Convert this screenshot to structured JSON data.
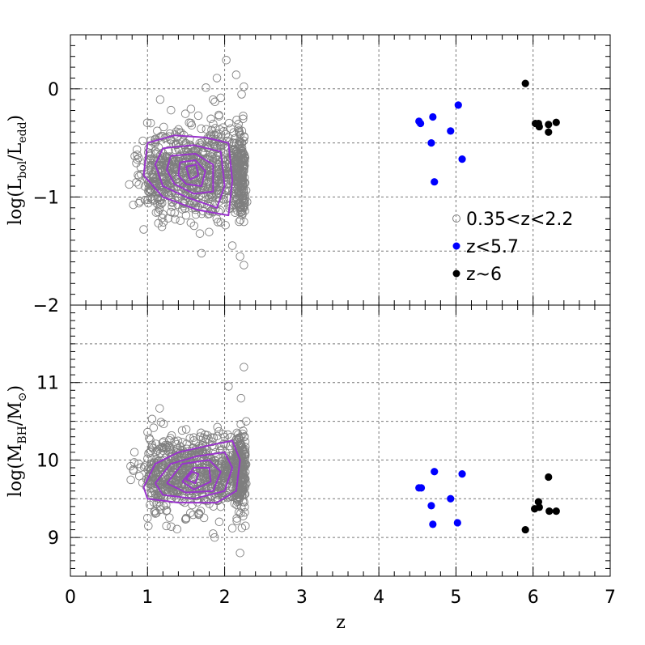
{
  "figure": {
    "xlabel": "z",
    "top_ylabel": {
      "base": "log(L",
      "sub1": "bol",
      "mid": "/L",
      "sub2": "edd",
      "end": ")"
    },
    "bottom_ylabel": {
      "base": "log(M",
      "sub1": "BH",
      "mid": "/M",
      "sub2": "⊙",
      "end": ")"
    }
  },
  "legend": {
    "items": [
      {
        "label": "0.35<z<2.2",
        "marker": "open-circle"
      },
      {
        "label": "z<5.7",
        "marker": "filled-blue"
      },
      {
        "label": "z~6",
        "marker": "filled-black"
      }
    ]
  },
  "chart_data": [
    {
      "type": "scatter",
      "panel": "top",
      "ylabel": "log(Lbol/Ledd)",
      "xlim": [
        0,
        7
      ],
      "ylim": [
        -2,
        0.5
      ],
      "xticks": [
        "0",
        "1",
        "2",
        "3",
        "4",
        "5",
        "6",
        "7"
      ],
      "yticks": [
        "−2",
        "−1",
        "0"
      ],
      "grid": true,
      "colors": {
        "low_z": "#7f7f7f",
        "mid_z": "#0000ff",
        "high_z": "#000000",
        "contour": "#9933cc"
      },
      "series": [
        {
          "name": "0.35<z<2.2",
          "marker": "open-circle",
          "cloud": {
            "x_range": [
              0.75,
              2.3
            ],
            "y_center": -0.78,
            "y_spread": 0.22,
            "approx_count": 900
          },
          "outliers": [
            {
              "x": 1.9,
              "y": 0.1
            },
            {
              "x": 2.15,
              "y": 0.13
            },
            {
              "x": 2.25,
              "y": 0.02
            },
            {
              "x": 2.22,
              "y": -0.05
            },
            {
              "x": 1.85,
              "y": -0.1
            },
            {
              "x": 2.2,
              "y": -1.55
            },
            {
              "x": 2.25,
              "y": -1.63
            },
            {
              "x": 1.7,
              "y": -1.52
            },
            {
              "x": 0.95,
              "y": -1.3
            },
            {
              "x": 2.1,
              "y": -1.45
            }
          ],
          "contours": [
            [
              [
                1.0,
                -0.5
              ],
              [
                1.35,
                -0.43
              ],
              [
                1.75,
                -0.45
              ],
              [
                2.05,
                -0.5
              ],
              [
                2.1,
                -0.85
              ],
              [
                2.05,
                -1.17
              ],
              [
                1.65,
                -1.12
              ],
              [
                1.2,
                -1.0
              ],
              [
                0.95,
                -0.8
              ],
              [
                1.0,
                -0.5
              ]
            ],
            [
              [
                1.2,
                -0.55
              ],
              [
                1.6,
                -0.52
              ],
              [
                1.95,
                -0.58
              ],
              [
                2.0,
                -0.9
              ],
              [
                1.9,
                -1.1
              ],
              [
                1.5,
                -1.0
              ],
              [
                1.2,
                -0.9
              ],
              [
                1.1,
                -0.7
              ],
              [
                1.2,
                -0.55
              ]
            ],
            [
              [
                1.3,
                -0.62
              ],
              [
                1.62,
                -0.6
              ],
              [
                1.85,
                -0.7
              ],
              [
                1.85,
                -0.95
              ],
              [
                1.6,
                -0.97
              ],
              [
                1.35,
                -0.88
              ],
              [
                1.25,
                -0.75
              ],
              [
                1.3,
                -0.62
              ]
            ],
            [
              [
                1.42,
                -0.68
              ],
              [
                1.62,
                -0.66
              ],
              [
                1.75,
                -0.76
              ],
              [
                1.7,
                -0.9
              ],
              [
                1.5,
                -0.88
              ],
              [
                1.4,
                -0.8
              ],
              [
                1.42,
                -0.68
              ]
            ],
            [
              [
                1.5,
                -0.72
              ],
              [
                1.63,
                -0.7
              ],
              [
                1.66,
                -0.8
              ],
              [
                1.55,
                -0.84
              ],
              [
                1.5,
                -0.72
              ]
            ]
          ]
        },
        {
          "name": "z<5.7",
          "marker": "filled-circle",
          "points": [
            {
              "x": 4.52,
              "y": -0.3
            },
            {
              "x": 4.54,
              "y": -0.32
            },
            {
              "x": 4.7,
              "y": -0.26
            },
            {
              "x": 4.68,
              "y": -0.5
            },
            {
              "x": 4.72,
              "y": -0.86
            },
            {
              "x": 4.93,
              "y": -0.39
            },
            {
              "x": 5.03,
              "y": -0.15
            },
            {
              "x": 5.08,
              "y": -0.65
            }
          ]
        },
        {
          "name": "z~6",
          "marker": "filled-circle",
          "points": [
            {
              "x": 5.9,
              "y": 0.05
            },
            {
              "x": 6.03,
              "y": -0.32
            },
            {
              "x": 6.07,
              "y": -0.32
            },
            {
              "x": 6.08,
              "y": -0.35
            },
            {
              "x": 6.2,
              "y": -0.33
            },
            {
              "x": 6.2,
              "y": -0.4
            },
            {
              "x": 6.3,
              "y": -0.31
            }
          ]
        }
      ]
    },
    {
      "type": "scatter",
      "panel": "bottom",
      "xlabel": "z",
      "ylabel": "log(MBH/M⊙)",
      "xlim": [
        0,
        7
      ],
      "ylim": [
        8.5,
        12
      ],
      "xticks": [
        "0",
        "1",
        "2",
        "3",
        "4",
        "5",
        "6",
        "7"
      ],
      "yticks": [
        "9",
        "10",
        "11"
      ],
      "grid": true,
      "colors": {
        "low_z": "#7f7f7f",
        "mid_z": "#0000ff",
        "high_z": "#000000",
        "contour": "#9933cc"
      },
      "series": [
        {
          "name": "0.35<z<2.2",
          "marker": "open-circle",
          "cloud": {
            "x_range": [
              0.75,
              2.3
            ],
            "y_center": 9.85,
            "y_spread": 0.25,
            "approx_count": 900
          },
          "outliers": [
            {
              "x": 2.25,
              "y": 11.2
            },
            {
              "x": 2.05,
              "y": 10.95
            },
            {
              "x": 1.85,
              "y": 9.05
            },
            {
              "x": 1.87,
              "y": 9.0
            },
            {
              "x": 2.2,
              "y": 8.8
            },
            {
              "x": 2.27,
              "y": 9.15
            },
            {
              "x": 2.1,
              "y": 9.12
            },
            {
              "x": 2.28,
              "y": 10.5
            }
          ],
          "contours": [
            [
              [
                0.95,
                9.65
              ],
              [
                1.1,
                9.95
              ],
              [
                1.4,
                10.1
              ],
              [
                1.85,
                10.2
              ],
              [
                2.1,
                10.25
              ],
              [
                2.2,
                10.0
              ],
              [
                2.15,
                9.6
              ],
              [
                1.9,
                9.45
              ],
              [
                1.4,
                9.45
              ],
              [
                1.0,
                9.5
              ],
              [
                0.95,
                9.65
              ]
            ],
            [
              [
                1.1,
                9.7
              ],
              [
                1.3,
                9.95
              ],
              [
                1.65,
                10.05
              ],
              [
                2.0,
                10.1
              ],
              [
                2.1,
                9.9
              ],
              [
                2.0,
                9.6
              ],
              [
                1.6,
                9.5
              ],
              [
                1.2,
                9.55
              ],
              [
                1.1,
                9.7
              ]
            ],
            [
              [
                1.25,
                9.7
              ],
              [
                1.45,
                9.95
              ],
              [
                1.8,
                10.0
              ],
              [
                1.95,
                9.85
              ],
              [
                1.85,
                9.6
              ],
              [
                1.5,
                9.58
              ],
              [
                1.25,
                9.7
              ]
            ],
            [
              [
                1.45,
                9.72
              ],
              [
                1.6,
                9.9
              ],
              [
                1.8,
                9.9
              ],
              [
                1.82,
                9.72
              ],
              [
                1.6,
                9.62
              ],
              [
                1.45,
                9.72
              ]
            ],
            [
              [
                1.5,
                9.75
              ],
              [
                1.58,
                9.85
              ],
              [
                1.66,
                9.82
              ],
              [
                1.62,
                9.7
              ],
              [
                1.5,
                9.75
              ]
            ]
          ]
        },
        {
          "name": "z<5.7",
          "marker": "filled-circle",
          "points": [
            {
              "x": 4.52,
              "y": 9.64
            },
            {
              "x": 4.55,
              "y": 9.64
            },
            {
              "x": 4.72,
              "y": 9.85
            },
            {
              "x": 4.68,
              "y": 9.41
            },
            {
              "x": 4.7,
              "y": 9.17
            },
            {
              "x": 4.93,
              "y": 9.5
            },
            {
              "x": 5.02,
              "y": 9.19
            },
            {
              "x": 5.08,
              "y": 9.82
            }
          ]
        },
        {
          "name": "z~6",
          "marker": "filled-circle",
          "points": [
            {
              "x": 5.9,
              "y": 9.1
            },
            {
              "x": 6.02,
              "y": 9.37
            },
            {
              "x": 6.07,
              "y": 9.46
            },
            {
              "x": 6.08,
              "y": 9.39
            },
            {
              "x": 6.2,
              "y": 9.78
            },
            {
              "x": 6.21,
              "y": 9.34
            },
            {
              "x": 6.3,
              "y": 9.34
            }
          ]
        }
      ]
    }
  ]
}
